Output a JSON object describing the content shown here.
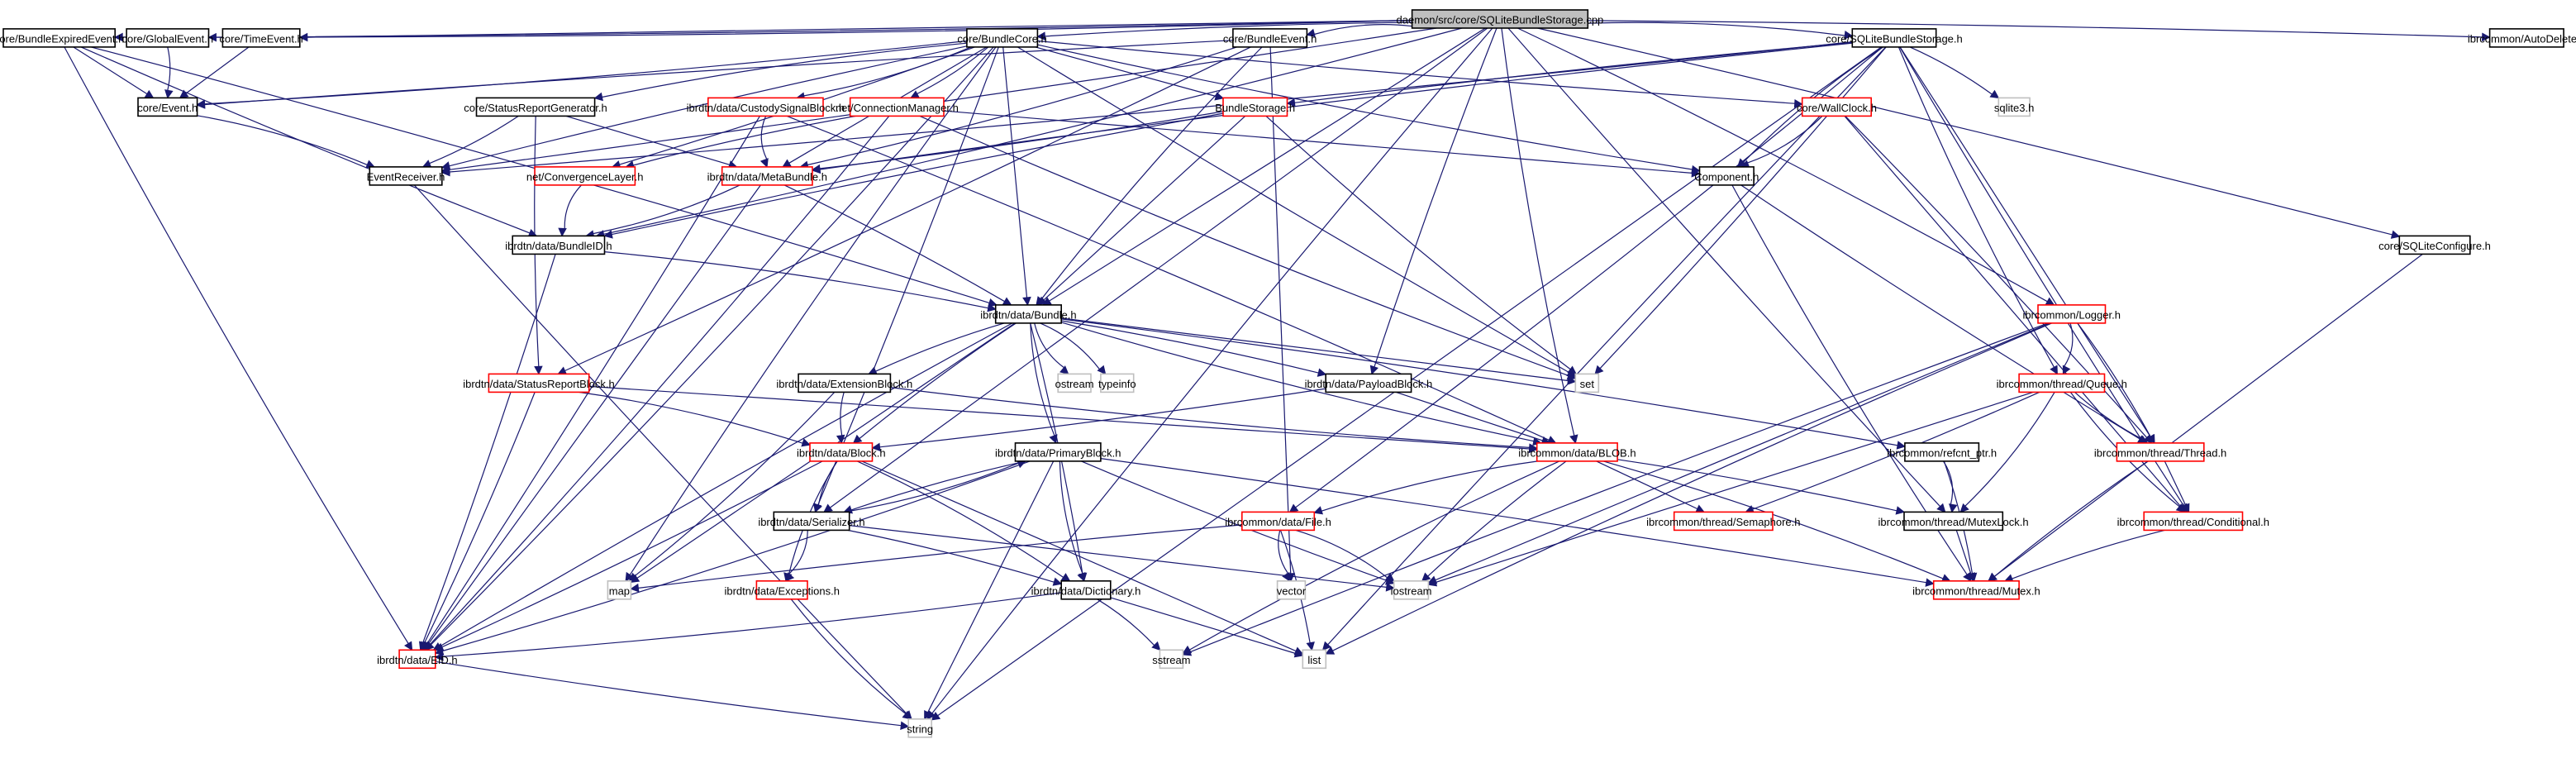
{
  "title": "daemon/src/core/SQLiteBundleStorage.cpp",
  "colors": {
    "edge": "#191970",
    "root_fill": "#bfbfbf",
    "normal_border": "#000000",
    "truncated_border": "#ff0000",
    "system_border": "#bfbfbf"
  },
  "legend_kinds": [
    "root",
    "normal",
    "truncated",
    "system"
  ],
  "nodes": [
    {
      "id": "root",
      "label": "daemon/src/core/SQLiteBundleStorage.cpp",
      "kind": "root"
    },
    {
      "id": "BundleExpiredEvent",
      "label": "core/BundleExpiredEvent.h",
      "kind": "normal"
    },
    {
      "id": "GlobalEvent",
      "label": "core/GlobalEvent.h",
      "kind": "normal"
    },
    {
      "id": "TimeEvent",
      "label": "core/TimeEvent.h",
      "kind": "normal"
    },
    {
      "id": "BundleCore",
      "label": "core/BundleCore.h",
      "kind": "normal"
    },
    {
      "id": "BundleEvent",
      "label": "core/BundleEvent.h",
      "kind": "normal"
    },
    {
      "id": "SQLiteBundleStorageH",
      "label": "core/SQLiteBundleStorage.h",
      "kind": "normal"
    },
    {
      "id": "AutoDelete",
      "label": "ibrcommon/AutoDelete.h",
      "kind": "normal"
    },
    {
      "id": "Event",
      "label": "core/Event.h",
      "kind": "normal"
    },
    {
      "id": "StatusReportGenerator",
      "label": "core/StatusReportGenerator.h",
      "kind": "normal"
    },
    {
      "id": "CustodySignalBlock",
      "label": "ibrdtn/data/CustodySignalBlock.h",
      "kind": "truncated"
    },
    {
      "id": "ConnectionManager",
      "label": "net/ConnectionManager.h",
      "kind": "truncated"
    },
    {
      "id": "BundleStorage",
      "label": "BundleStorage.h",
      "kind": "truncated"
    },
    {
      "id": "WallClock",
      "label": "core/WallClock.h",
      "kind": "truncated"
    },
    {
      "id": "sqlite3",
      "label": "sqlite3.h",
      "kind": "system"
    },
    {
      "id": "EventReceiver",
      "label": "EventReceiver.h",
      "kind": "normal"
    },
    {
      "id": "ConvergenceLayer",
      "label": "net/ConvergenceLayer.h",
      "kind": "truncated"
    },
    {
      "id": "MetaBundle",
      "label": "ibrdtn/data/MetaBundle.h",
      "kind": "truncated"
    },
    {
      "id": "Component",
      "label": "Component.h",
      "kind": "normal"
    },
    {
      "id": "BundleID",
      "label": "ibrdtn/data/BundleID.h",
      "kind": "normal"
    },
    {
      "id": "SQLiteConfigure",
      "label": "core/SQLiteConfigure.h",
      "kind": "normal"
    },
    {
      "id": "Bundle",
      "label": "ibrdtn/data/Bundle.h",
      "kind": "normal"
    },
    {
      "id": "Logger",
      "label": "ibrcommon/Logger.h",
      "kind": "truncated"
    },
    {
      "id": "StatusReportBlock",
      "label": "ibrdtn/data/StatusReportBlock.h",
      "kind": "truncated"
    },
    {
      "id": "ExtensionBlock",
      "label": "ibrdtn/data/ExtensionBlock.h",
      "kind": "normal"
    },
    {
      "id": "ostream",
      "label": "ostream",
      "kind": "system"
    },
    {
      "id": "typeinfo",
      "label": "typeinfo",
      "kind": "system"
    },
    {
      "id": "PayloadBlock",
      "label": "ibrdtn/data/PayloadBlock.h",
      "kind": "normal"
    },
    {
      "id": "set",
      "label": "set",
      "kind": "system"
    },
    {
      "id": "Queue",
      "label": "ibrcommon/thread/Queue.h",
      "kind": "truncated"
    },
    {
      "id": "Block",
      "label": "ibrdtn/data/Block.h",
      "kind": "truncated"
    },
    {
      "id": "PrimaryBlock",
      "label": "ibrdtn/data/PrimaryBlock.h",
      "kind": "normal"
    },
    {
      "id": "BLOB",
      "label": "ibrcommon/data/BLOB.h",
      "kind": "truncated"
    },
    {
      "id": "refcnt_ptr",
      "label": "ibrcommon/refcnt_ptr.h",
      "kind": "normal"
    },
    {
      "id": "Thread",
      "label": "ibrcommon/thread/Thread.h",
      "kind": "truncated"
    },
    {
      "id": "Serializer",
      "label": "ibrdtn/data/Serializer.h",
      "kind": "normal"
    },
    {
      "id": "File",
      "label": "ibrcommon/data/File.h",
      "kind": "truncated"
    },
    {
      "id": "Semaphore",
      "label": "ibrcommon/thread/Semaphore.h",
      "kind": "truncated"
    },
    {
      "id": "MutexLock",
      "label": "ibrcommon/thread/MutexLock.h",
      "kind": "normal"
    },
    {
      "id": "Conditional",
      "label": "ibrcommon/thread/Conditional.h",
      "kind": "truncated"
    },
    {
      "id": "map",
      "label": "map",
      "kind": "system"
    },
    {
      "id": "Exceptions",
      "label": "ibrdtn/data/Exceptions.h",
      "kind": "truncated"
    },
    {
      "id": "Dictionary",
      "label": "ibrdtn/data/Dictionary.h",
      "kind": "normal"
    },
    {
      "id": "vector",
      "label": "vector",
      "kind": "system"
    },
    {
      "id": "iostream",
      "label": "iostream",
      "kind": "system"
    },
    {
      "id": "Mutex",
      "label": "ibrcommon/thread/Mutex.h",
      "kind": "truncated"
    },
    {
      "id": "EID",
      "label": "ibrdtn/data/EID.h",
      "kind": "truncated"
    },
    {
      "id": "sstream",
      "label": "sstream",
      "kind": "system"
    },
    {
      "id": "list",
      "label": "list",
      "kind": "system"
    },
    {
      "id": "string",
      "label": "string",
      "kind": "system"
    }
  ],
  "edges": [
    [
      "root",
      "BundleExpiredEvent"
    ],
    [
      "root",
      "GlobalEvent"
    ],
    [
      "root",
      "TimeEvent"
    ],
    [
      "root",
      "BundleCore"
    ],
    [
      "root",
      "BundleEvent"
    ],
    [
      "root",
      "SQLiteBundleStorageH"
    ],
    [
      "root",
      "AutoDelete"
    ],
    [
      "root",
      "Bundle"
    ],
    [
      "root",
      "PayloadBlock"
    ],
    [
      "root",
      "BLOB"
    ],
    [
      "root",
      "Logger"
    ],
    [
      "root",
      "SQLiteConfigure"
    ],
    [
      "root",
      "Serializer"
    ],
    [
      "root",
      "MutexLock"
    ],
    [
      "root",
      "string"
    ],
    [
      "root",
      "BundleID"
    ],
    [
      "root",
      "EventReceiver"
    ],
    [
      "BundleExpiredEvent",
      "Event"
    ],
    [
      "BundleExpiredEvent",
      "BundleID"
    ],
    [
      "BundleExpiredEvent",
      "EID"
    ],
    [
      "BundleExpiredEvent",
      "Bundle"
    ],
    [
      "GlobalEvent",
      "Event"
    ],
    [
      "TimeEvent",
      "Event"
    ],
    [
      "BundleCore",
      "EventReceiver"
    ],
    [
      "BundleCore",
      "StatusReportGenerator"
    ],
    [
      "BundleCore",
      "CustodySignalBlock"
    ],
    [
      "BundleCore",
      "ConnectionManager"
    ],
    [
      "BundleCore",
      "BundleStorage"
    ],
    [
      "BundleCore",
      "WallClock"
    ],
    [
      "BundleCore",
      "Component"
    ],
    [
      "BundleCore",
      "Event"
    ],
    [
      "BundleCore",
      "ConvergenceLayer"
    ],
    [
      "BundleCore",
      "Bundle"
    ],
    [
      "BundleCore",
      "set"
    ],
    [
      "BundleCore",
      "map"
    ],
    [
      "BundleCore",
      "EID"
    ],
    [
      "BundleCore",
      "Serializer"
    ],
    [
      "BundleCore",
      "MetaBundle"
    ],
    [
      "BundleEvent",
      "Event"
    ],
    [
      "BundleEvent",
      "Bundle"
    ],
    [
      "BundleEvent",
      "MetaBundle"
    ],
    [
      "BundleEvent",
      "StatusReportBlock"
    ],
    [
      "BundleEvent",
      "vector"
    ],
    [
      "SQLiteBundleStorageH",
      "BundleStorage"
    ],
    [
      "SQLiteBundleStorageH",
      "Component"
    ],
    [
      "SQLiteBundleStorageH",
      "EventReceiver"
    ],
    [
      "SQLiteBundleStorageH",
      "sqlite3"
    ],
    [
      "SQLiteBundleStorageH",
      "Thread"
    ],
    [
      "SQLiteBundleStorageH",
      "Conditional"
    ],
    [
      "SQLiteBundleStorageH",
      "Queue"
    ],
    [
      "SQLiteBundleStorageH",
      "File"
    ],
    [
      "SQLiteBundleStorageH",
      "set"
    ],
    [
      "SQLiteBundleStorageH",
      "string"
    ],
    [
      "SQLiteBundleStorageH",
      "list"
    ],
    [
      "SQLiteBundleStorageH",
      "MetaBundle"
    ],
    [
      "Event",
      "EventReceiver"
    ],
    [
      "StatusReportGenerator",
      "EventReceiver"
    ],
    [
      "StatusReportGenerator",
      "MetaBundle"
    ],
    [
      "StatusReportGenerator",
      "StatusReportBlock"
    ],
    [
      "CustodySignalBlock",
      "MetaBundle"
    ],
    [
      "CustodySignalBlock",
      "BLOB"
    ],
    [
      "CustodySignalBlock",
      "EID"
    ],
    [
      "ConnectionManager",
      "Component"
    ],
    [
      "ConnectionManager",
      "ConvergenceLayer"
    ],
    [
      "ConnectionManager",
      "set"
    ],
    [
      "ConnectionManager",
      "EID"
    ],
    [
      "BundleStorage",
      "MetaBundle"
    ],
    [
      "BundleStorage",
      "Bundle"
    ],
    [
      "BundleStorage",
      "BundleID"
    ],
    [
      "BundleStorage",
      "set"
    ],
    [
      "WallClock",
      "Component"
    ],
    [
      "WallClock",
      "Thread"
    ],
    [
      "WallClock",
      "Conditional"
    ],
    [
      "EventReceiver",
      "string"
    ],
    [
      "ConvergenceLayer",
      "BundleID"
    ],
    [
      "MetaBundle",
      "BundleID"
    ],
    [
      "MetaBundle",
      "Bundle"
    ],
    [
      "MetaBundle",
      "EID"
    ],
    [
      "Component",
      "Thread"
    ],
    [
      "Component",
      "Mutex"
    ],
    [
      "BundleID",
      "Bundle"
    ],
    [
      "BundleID",
      "EID"
    ],
    [
      "SQLiteConfigure",
      "Mutex"
    ],
    [
      "Bundle",
      "ExtensionBlock"
    ],
    [
      "Bundle",
      "ostream"
    ],
    [
      "Bundle",
      "typeinfo"
    ],
    [
      "Bundle",
      "PayloadBlock"
    ],
    [
      "Bundle",
      "set"
    ],
    [
      "Bundle",
      "Block"
    ],
    [
      "Bundle",
      "PrimaryBlock"
    ],
    [
      "Bundle",
      "refcnt_ptr"
    ],
    [
      "Bundle",
      "Dictionary"
    ],
    [
      "Bundle",
      "map"
    ],
    [
      "Bundle",
      "EID"
    ],
    [
      "Bundle",
      "BLOB"
    ],
    [
      "Logger",
      "Queue"
    ],
    [
      "Logger",
      "Thread"
    ],
    [
      "Logger",
      "iostream"
    ],
    [
      "Logger",
      "sstream"
    ],
    [
      "Logger",
      "list"
    ],
    [
      "StatusReportBlock",
      "Block"
    ],
    [
      "StatusReportBlock",
      "EID"
    ],
    [
      "StatusReportBlock",
      "BLOB"
    ],
    [
      "ExtensionBlock",
      "Block"
    ],
    [
      "ExtensionBlock",
      "BLOB"
    ],
    [
      "ExtensionBlock",
      "map"
    ],
    [
      "PayloadBlock",
      "Block"
    ],
    [
      "PayloadBlock",
      "BLOB"
    ],
    [
      "Queue",
      "Thread"
    ],
    [
      "Queue",
      "Conditional"
    ],
    [
      "Queue",
      "MutexLock"
    ],
    [
      "Queue",
      "Semaphore"
    ],
    [
      "Queue",
      "iostream"
    ],
    [
      "Block",
      "Serializer"
    ],
    [
      "Block",
      "Exceptions"
    ],
    [
      "Block",
      "Dictionary"
    ],
    [
      "Block",
      "EID"
    ],
    [
      "Block",
      "list"
    ],
    [
      "PrimaryBlock",
      "Serializer"
    ],
    [
      "PrimaryBlock",
      "Dictionary"
    ],
    [
      "PrimaryBlock",
      "EID"
    ],
    [
      "PrimaryBlock",
      "Mutex"
    ],
    [
      "PrimaryBlock",
      "string"
    ],
    [
      "PrimaryBlock",
      "iostream"
    ],
    [
      "BLOB",
      "File"
    ],
    [
      "BLOB",
      "Mutex"
    ],
    [
      "BLOB",
      "MutexLock"
    ],
    [
      "BLOB",
      "Semaphore"
    ],
    [
      "BLOB",
      "iostream"
    ],
    [
      "BLOB",
      "sstream"
    ],
    [
      "refcnt_ptr",
      "MutexLock"
    ],
    [
      "refcnt_ptr",
      "Mutex"
    ],
    [
      "Thread",
      "Conditional"
    ],
    [
      "Thread",
      "Mutex"
    ],
    [
      "Serializer",
      "PrimaryBlock"
    ],
    [
      "Serializer",
      "Exceptions"
    ],
    [
      "Serializer",
      "Dictionary"
    ],
    [
      "Serializer",
      "iostream"
    ],
    [
      "File",
      "map"
    ],
    [
      "File",
      "vector"
    ],
    [
      "File",
      "iostream"
    ],
    [
      "File",
      "list"
    ],
    [
      "MutexLock",
      "Mutex"
    ],
    [
      "Conditional",
      "Mutex"
    ],
    [
      "Exceptions",
      "string"
    ],
    [
      "Dictionary",
      "EID"
    ],
    [
      "Dictionary",
      "sstream"
    ],
    [
      "Dictionary",
      "list"
    ],
    [
      "EID",
      "string"
    ]
  ]
}
